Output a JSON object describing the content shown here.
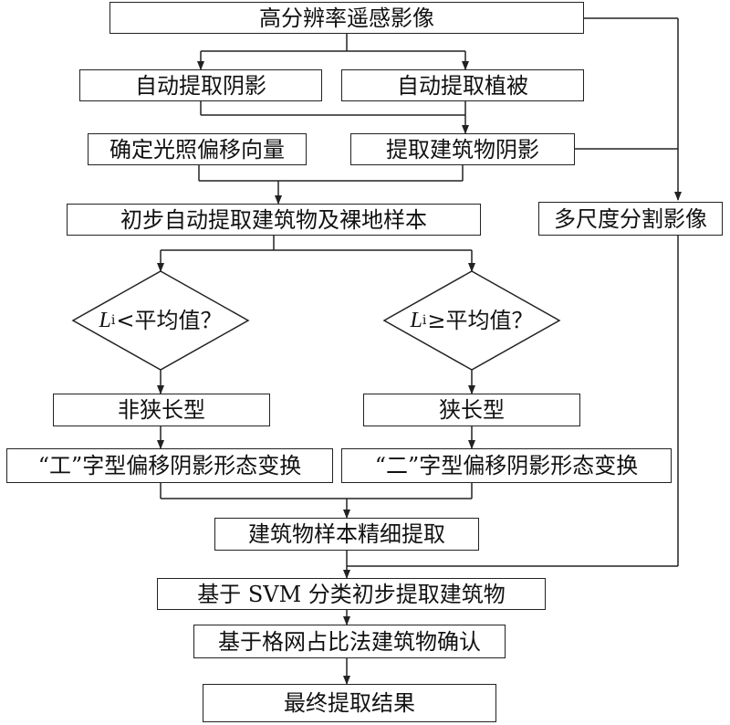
{
  "nodes": {
    "source": "高分辨率遥感影像",
    "shadow": "自动提取阴影",
    "vegetation": "自动提取植被",
    "light_vector": "确定光照偏移向量",
    "building_shadow": "提取建筑物阴影",
    "multiscale": "多尺度分割影像",
    "initial_samples": "初步自动提取建筑物及裸地样本",
    "non_narrow": "非狭长型",
    "narrow": "狭长型",
    "gong_transform": "“工”字型偏移阴影形态变换",
    "er_transform": "“二”字型偏移阴影形态变换",
    "refine": "建筑物样本精细提取",
    "svm": "基于 SVM 分类初步提取建筑物",
    "grid": "基于格网占比法建筑物确认",
    "result": "最终提取结果"
  },
  "decisions": {
    "left": {
      "var": "L",
      "sub": "i",
      "cond": "<平均值？"
    },
    "right": {
      "var": "L",
      "sub": "i",
      "cond": "≥平均值？"
    }
  }
}
